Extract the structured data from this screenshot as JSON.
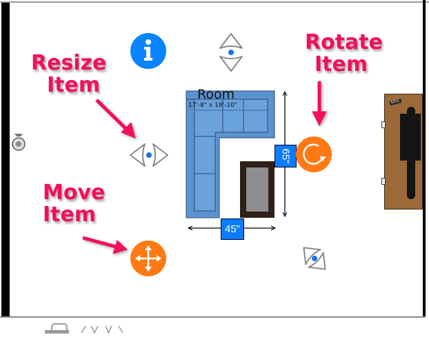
{
  "room": {
    "title": "Room",
    "dimensions": "17'-8\" x 18'-10\""
  },
  "item": {
    "width_label": "45\"",
    "depth_label": "65\""
  },
  "annotations": {
    "resize": [
      "Resize",
      "Item"
    ],
    "rotate": [
      "Rotate",
      "Item"
    ],
    "move": [
      "Move",
      "Item"
    ]
  },
  "tv_label": "MSC",
  "colors": {
    "accent_blue": "#0a84ff",
    "action_orange": "#ff7a14",
    "callout_pink": "#f2105a",
    "sofa_blue": "#5b92cf",
    "tv_stand": "#9b6a38"
  }
}
